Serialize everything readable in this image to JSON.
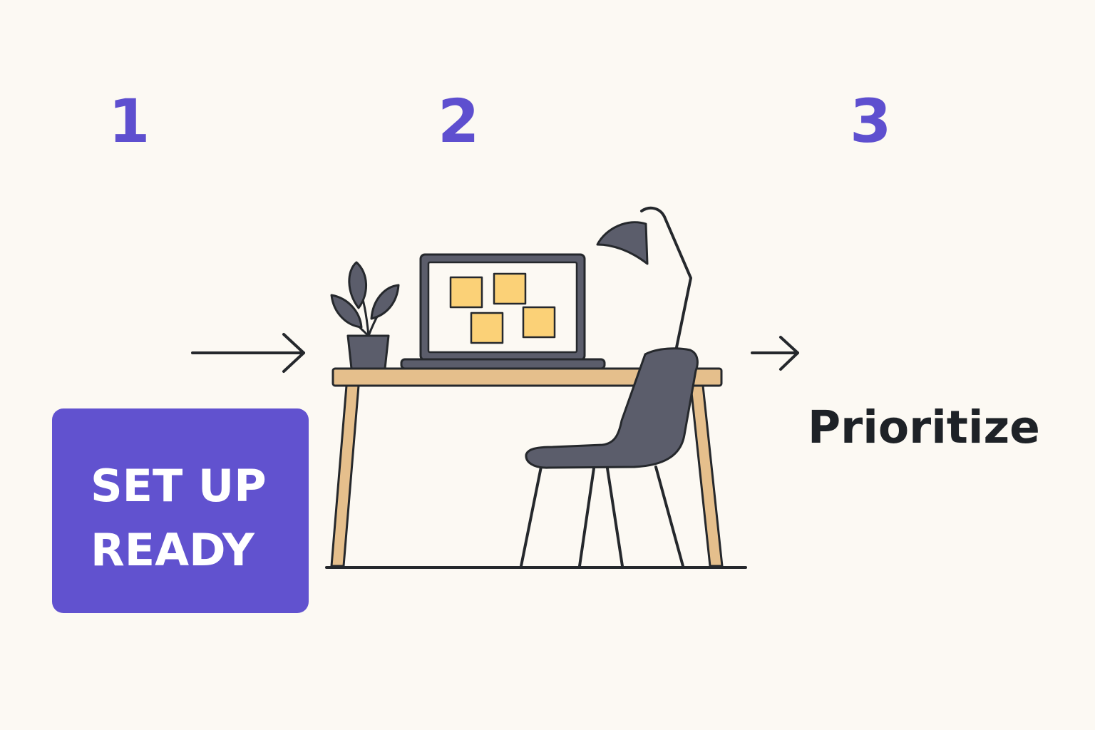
{
  "steps": [
    {
      "number": "1"
    },
    {
      "number": "2"
    },
    {
      "number": "3"
    }
  ],
  "step1": {
    "label_line_1": "SET UP",
    "label_line_2": "READY"
  },
  "step3": {
    "label": "Prioritize"
  },
  "colors": {
    "background": "#fcf9f3",
    "accent": "#5e4fcf",
    "label_box": "#6152cf",
    "desk_wood": "#e5bf8c",
    "dark_gray": "#5b5d6b",
    "sticky_note": "#fbd177",
    "outline": "#25282c"
  },
  "icons": {
    "arrow_in": "arrow-right-icon",
    "arrow_out": "arrow-right-icon",
    "illustration": "desk-workspace-illustration"
  }
}
